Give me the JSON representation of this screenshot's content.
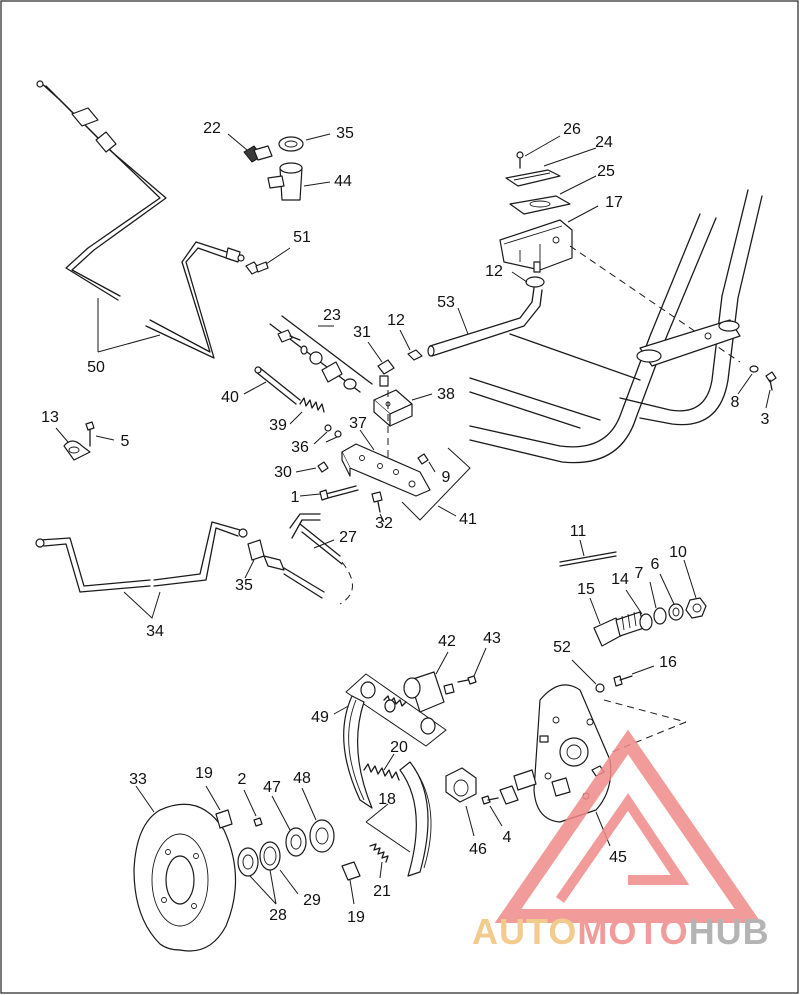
{
  "diagram": {
    "callouts": [
      {
        "id": "50",
        "label": "50"
      },
      {
        "id": "22",
        "label": "22"
      },
      {
        "id": "35a",
        "label": "35"
      },
      {
        "id": "44",
        "label": "44"
      },
      {
        "id": "26",
        "label": "26"
      },
      {
        "id": "24",
        "label": "24"
      },
      {
        "id": "25",
        "label": "25"
      },
      {
        "id": "17",
        "label": "17"
      },
      {
        "id": "51",
        "label": "51"
      },
      {
        "id": "12a",
        "label": "12"
      },
      {
        "id": "23",
        "label": "23"
      },
      {
        "id": "31",
        "label": "31"
      },
      {
        "id": "12b",
        "label": "12"
      },
      {
        "id": "53",
        "label": "53"
      },
      {
        "id": "38",
        "label": "38"
      },
      {
        "id": "40",
        "label": "40"
      },
      {
        "id": "8",
        "label": "8"
      },
      {
        "id": "3",
        "label": "3"
      },
      {
        "id": "13",
        "label": "13"
      },
      {
        "id": "5",
        "label": "5"
      },
      {
        "id": "39",
        "label": "39"
      },
      {
        "id": "37",
        "label": "37"
      },
      {
        "id": "36",
        "label": "36"
      },
      {
        "id": "30",
        "label": "30"
      },
      {
        "id": "9",
        "label": "9"
      },
      {
        "id": "1",
        "label": "1"
      },
      {
        "id": "32",
        "label": "32"
      },
      {
        "id": "41",
        "label": "41"
      },
      {
        "id": "27",
        "label": "27"
      },
      {
        "id": "11",
        "label": "11"
      },
      {
        "id": "35b",
        "label": "35"
      },
      {
        "id": "34",
        "label": "34"
      },
      {
        "id": "14",
        "label": "14"
      },
      {
        "id": "7",
        "label": "7"
      },
      {
        "id": "6",
        "label": "6"
      },
      {
        "id": "10",
        "label": "10"
      },
      {
        "id": "15",
        "label": "15"
      },
      {
        "id": "42",
        "label": "42"
      },
      {
        "id": "43",
        "label": "43"
      },
      {
        "id": "52",
        "label": "52"
      },
      {
        "id": "16",
        "label": "16"
      },
      {
        "id": "49",
        "label": "49"
      },
      {
        "id": "20",
        "label": "20"
      },
      {
        "id": "33",
        "label": "33"
      },
      {
        "id": "19a",
        "label": "19"
      },
      {
        "id": "2",
        "label": "2"
      },
      {
        "id": "47",
        "label": "47"
      },
      {
        "id": "48",
        "label": "48"
      },
      {
        "id": "18",
        "label": "18"
      },
      {
        "id": "4",
        "label": "4"
      },
      {
        "id": "46",
        "label": "46"
      },
      {
        "id": "45",
        "label": "45"
      },
      {
        "id": "29",
        "label": "29"
      },
      {
        "id": "28",
        "label": "28"
      },
      {
        "id": "21",
        "label": "21"
      },
      {
        "id": "19b",
        "label": "19"
      }
    ]
  },
  "watermark": {
    "brand_part1": "AUTO",
    "brand_part2": "MOTO",
    "brand_part3": "HUB",
    "color_light": "#f2c27a",
    "color_red": "#f08a8a",
    "color_gray": "#a8a8a8"
  }
}
